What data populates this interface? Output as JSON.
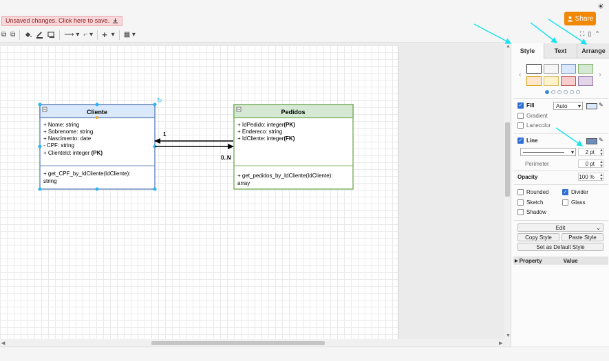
{
  "header": {
    "unsaved_label": "Unsaved changes. Click here to save.",
    "share_label": "Share"
  },
  "panel": {
    "tabs": [
      "Style",
      "Text",
      "Arrange"
    ],
    "active_tab": "Style",
    "swatch_colors": [
      "#ffffff",
      "#f5f5f5",
      "#dae8fc",
      "#d5e8d4",
      "#ffe6cc",
      "#fff2cc",
      "#f8cecc",
      "#e1d5e7"
    ],
    "fill": {
      "label": "Fill",
      "checked": true,
      "mode": "Auto"
    },
    "gradient": {
      "label": "Gradient",
      "checked": false
    },
    "lanecolor": {
      "label": "Lanecolor",
      "checked": false
    },
    "line": {
      "label": "Line",
      "checked": true,
      "width": "2 pt",
      "color": "#6c8ebf"
    },
    "perimeter": {
      "label": "Perimeter",
      "value": "0 pt"
    },
    "opacity": {
      "label": "Opacity",
      "value": "100 %"
    },
    "options": {
      "rounded": "Rounded",
      "divider": "Divider",
      "sketch": "Sketch",
      "glass": "Glass",
      "shadow": "Shadow"
    },
    "edit_label": "Edit",
    "copy_style": "Copy Style",
    "paste_style": "Paste Style",
    "set_default": "Set as Default Style",
    "property_header": "Property",
    "value_header": "Value"
  },
  "diagram": {
    "cliente": {
      "title": "Cliente",
      "fields": [
        "+ Nome: string",
        "+ Sobrenome: string",
        "+ Nascimento: date",
        "- CPF: string"
      ],
      "field_pk_prefix": "+ ClienteId: integer ",
      "field_pk_suffix": "(PK)",
      "method_1": "+ get_CPF_by_IdCliente(IdCliente):",
      "method_2": "string",
      "fill": "#dae8fc",
      "stroke": "#6c8ebf"
    },
    "pedidos": {
      "title": "Pedidos",
      "f1_prefix": "+ IdPedido: integer",
      "f1_suffix": "(PK)",
      "f2": "+ Endereco: string",
      "f3_prefix": "+ IdCliente: integer",
      "f3_suffix": "(FK)",
      "method_1": "+ get_pedidos_by_IdCliente(IdCliente):",
      "method_2": "array",
      "fill": "#d5e8d4",
      "stroke": "#82b366"
    },
    "label_one": "1",
    "label_many": "0..N"
  }
}
